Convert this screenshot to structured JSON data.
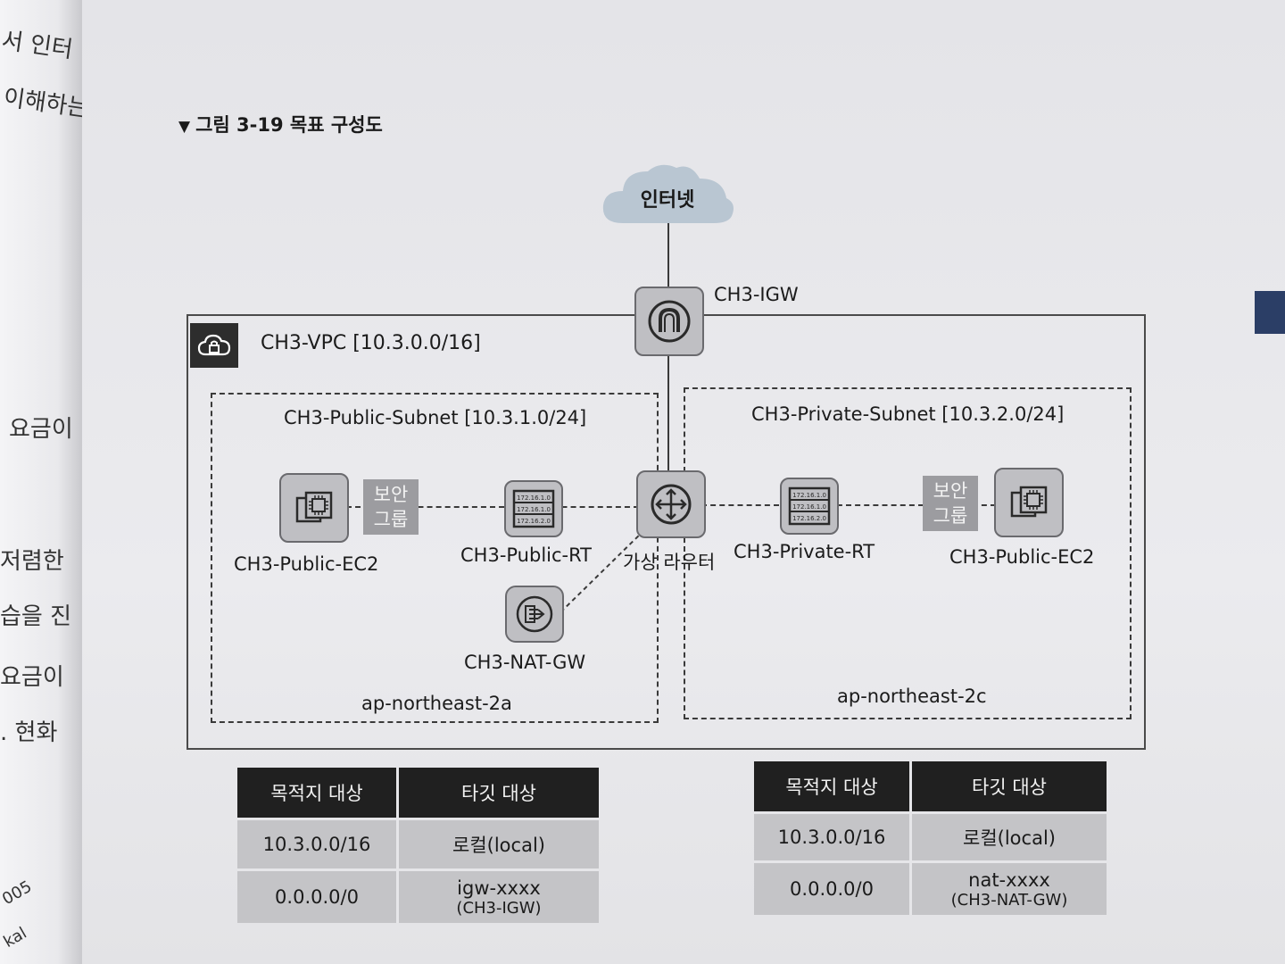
{
  "margin_fragments": [
    "서 인터",
    "이해하는",
    "요금이",
    "저렴한",
    "습을 진",
    "요금이",
    ". 현화",
    "005",
    "kal"
  ],
  "caption": "그림 3-19 목표 구성도",
  "cloud_label": "인터넷",
  "igw_label": "CH3-IGW",
  "vpc_label": "CH3-VPC [10.3.0.0/16]",
  "public_subnet": {
    "label": "CH3-Public-Subnet [10.3.1.0/24]",
    "az": "ap-northeast-2a",
    "ec2_label": "CH3-Public-EC2",
    "sg_line1": "보안",
    "sg_line2": "그룹",
    "rt_label": "CH3-Public-RT",
    "nat_label": "CH3-NAT-GW",
    "rt_ips": [
      "172.16.1.0",
      "172.16.1.0",
      "172.16.2.0"
    ]
  },
  "router_label": "가상 라우터",
  "private_subnet": {
    "label": "CH3-Private-Subnet [10.3.2.0/24]",
    "az": "ap-northeast-2c",
    "ec2_label": "CH3-Public-EC2",
    "sg_line1": "보안",
    "sg_line2": "그룹",
    "rt_label": "CH3-Private-RT",
    "rt_ips": [
      "172.16.1.0",
      "172.16.1.0",
      "172.16.2.0"
    ]
  },
  "public_table": {
    "headers": [
      "목적지 대상",
      "타깃 대상"
    ],
    "rows": [
      {
        "dest": "10.3.0.0/16",
        "target": "로컬(local)",
        "target_sub": ""
      },
      {
        "dest": "0.0.0.0/0",
        "target": "igw-xxxx",
        "target_sub": "(CH3-IGW)"
      }
    ]
  },
  "private_table": {
    "headers": [
      "목적지 대상",
      "타깃 대상"
    ],
    "rows": [
      {
        "dest": "10.3.0.0/16",
        "target": "로컬(local)",
        "target_sub": ""
      },
      {
        "dest": "0.0.0.0/0",
        "target": "nat-xxxx",
        "target_sub": "(CH3-NAT-GW)"
      }
    ]
  },
  "colors": {
    "badge": "#2d2d2d",
    "icon_fill": "#bfbfc3",
    "sg_fill": "#9c9ca0",
    "cloud": "#b9c6d2",
    "header_bg": "#202020",
    "tab_mark": "#2b3e66"
  }
}
